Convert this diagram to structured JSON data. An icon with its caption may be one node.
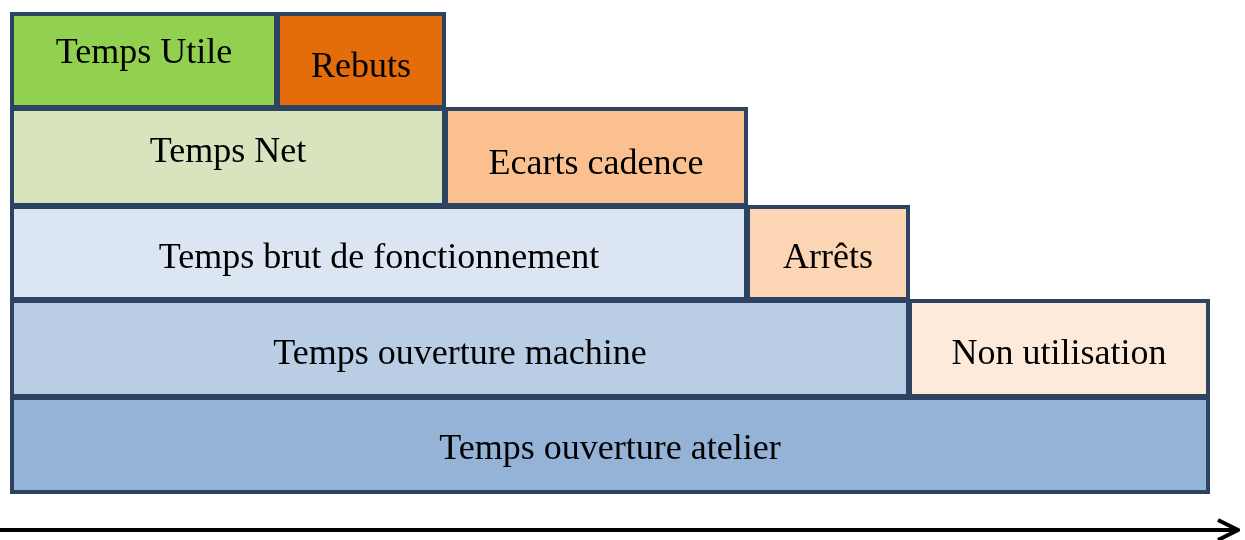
{
  "diagram": {
    "nodes": [
      {
        "text": [
          "Temps Utile"
        ]
      },
      {
        "text": [
          "Rebuts"
        ]
      },
      {
        "text": [
          "Temps Net"
        ]
      },
      {
        "text": [
          "Ecarts cadence"
        ]
      },
      {
        "text": [
          "Temps brut de fonctionnement"
        ]
      },
      {
        "text": [
          "Arrêts"
        ]
      },
      {
        "text": [
          "Temps ouverture machine"
        ]
      },
      {
        "text": [
          "Non utilisation"
        ]
      },
      {
        "text": [
          "Temps ouverture atelier"
        ]
      }
    ]
  }
}
